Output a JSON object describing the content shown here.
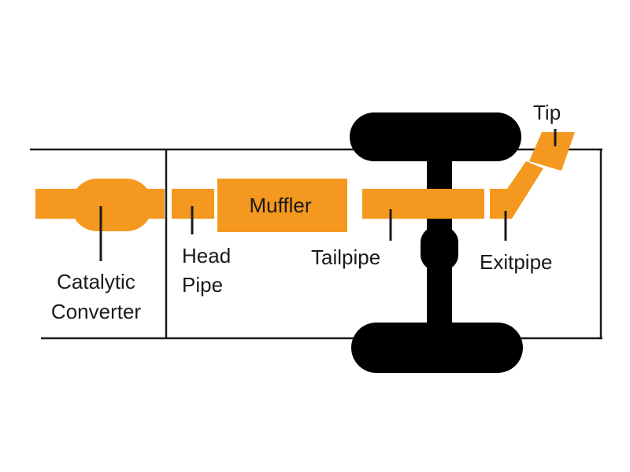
{
  "colors": {
    "pipe": "#f4981f",
    "outline": "#1a1a1a",
    "wheel": "#000000",
    "background": "#ffffff"
  },
  "labels": {
    "catalytic_converter": [
      "Catalytic",
      "Converter"
    ],
    "head_pipe": [
      "Head",
      "Pipe"
    ],
    "muffler": "Muffler",
    "tailpipe": "Tailpipe",
    "exitpipe": "Exitpipe",
    "tip": "Tip"
  }
}
